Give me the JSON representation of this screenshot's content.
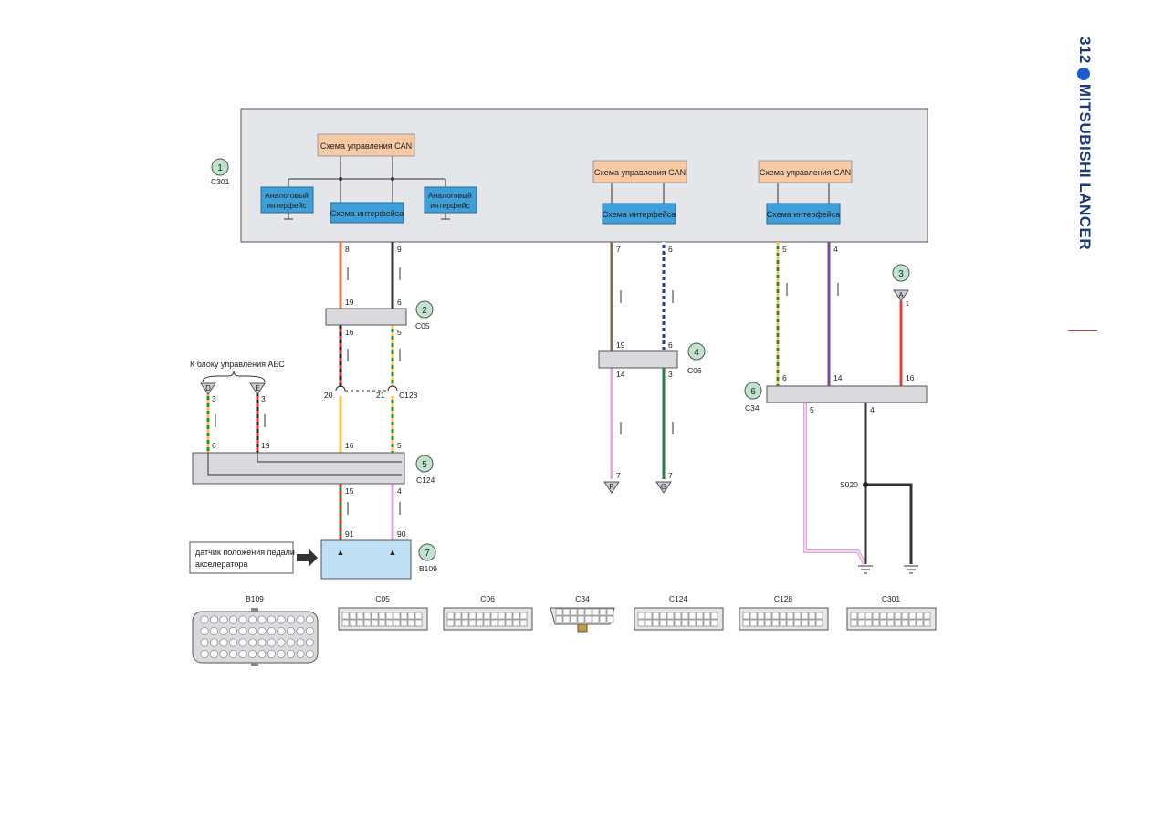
{
  "page": {
    "number": "312",
    "title": "MITSUBISHI LANCER"
  },
  "labels": {
    "can_control": "Схема управления CAN",
    "iface": "Схема интерфейса",
    "analog_l1": "Аналоговый",
    "analog_l2": "интерфейс",
    "abs_note": "К блоку управления АБС",
    "sensor_l1": "датчик положения педали",
    "sensor_l2": "акселератора"
  },
  "components": [
    {
      "num": "1",
      "code": "C301"
    },
    {
      "num": "2",
      "code": "C05"
    },
    {
      "num": "3",
      "code": "A",
      "pin": "1"
    },
    {
      "num": "4",
      "code": "C06"
    },
    {
      "num": "5",
      "code": "C124"
    },
    {
      "num": "6",
      "code": "C34"
    },
    {
      "num": "7",
      "code": "B109"
    }
  ],
  "junctions": {
    "c128": "C128",
    "s020": "S020"
  },
  "terminals": [
    "D",
    "E",
    "F",
    "G"
  ],
  "pins": {
    "c301_a": "8",
    "c301_b": "9",
    "c301_c": "7",
    "c301_d": "6",
    "c301_e": "5",
    "c301_f": "4",
    "c05_a_top": "19",
    "c05_b_top": "6",
    "c05_a_bot": "16",
    "c05_b_bot": "5",
    "c128_a": "20",
    "c128_b": "21",
    "d_pin": "3",
    "e_pin": "3",
    "c124_d": "6",
    "c124_e": "19",
    "c124_a_top": "16",
    "c124_b_top": "5",
    "c124_a_bot": "15",
    "c124_b_bot": "4",
    "b109_a": "91",
    "b109_b": "90",
    "c06_a_top": "19",
    "c06_b_top": "6",
    "c06_a_bot": "14",
    "c06_b_bot": "3",
    "f_pin": "7",
    "g_pin": "7",
    "c34_a_top": "6",
    "c34_b_top": "14",
    "c34_c_top": "16",
    "c34_a_bot": "5",
    "c34_b_bot": "4"
  },
  "connector_views": [
    "B109",
    "C05",
    "C06",
    "C34",
    "C124",
    "C128",
    "C301"
  ],
  "colors": {
    "module_bg": "#e4e6ea",
    "can_box": "#f7c9a4",
    "iface_box": "#3f9fd8",
    "conn_box": "#d9d9de",
    "sensor_box": "#bfe0f4",
    "badge": "#bfe3cf"
  }
}
